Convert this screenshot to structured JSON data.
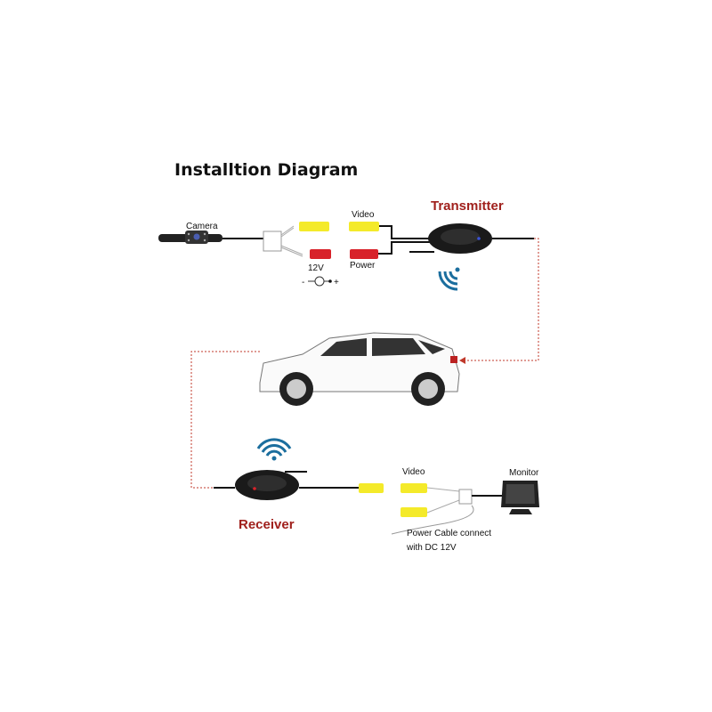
{
  "title": "Installtion Diagram",
  "labels": {
    "camera": "Camera",
    "video_top": "Video",
    "power": "Power",
    "voltage": "12V",
    "transmitter": "Transmitter",
    "receiver": "Receiver",
    "video_bottom": "Video",
    "monitor": "Monitor",
    "power_cable_line1": "Power Cable connect",
    "power_cable_line2": "with DC 12V",
    "dc_minus": "-",
    "dc_plus": "+"
  },
  "colors": {
    "accent_red": "#a0201c",
    "wifi_blue": "#1b6e9e",
    "rca_yellow": "#f4ea2a",
    "rca_red": "#d8222a",
    "dashed_line": "#c0392b"
  }
}
